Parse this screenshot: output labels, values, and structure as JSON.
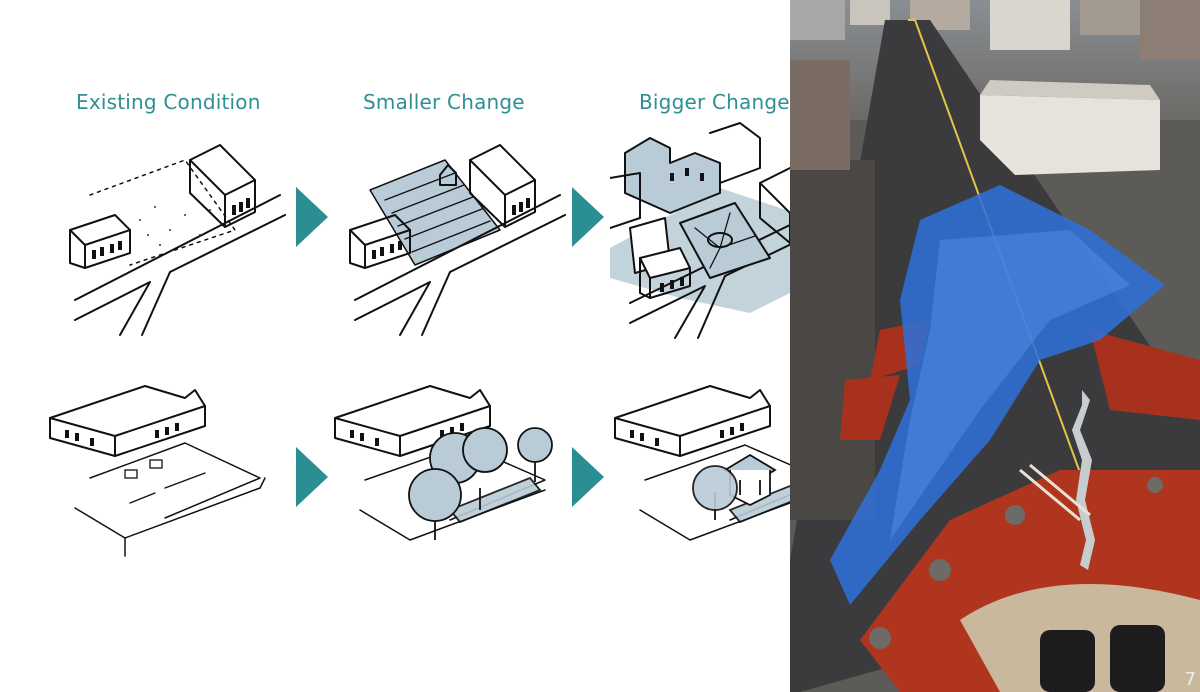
{
  "stages": {
    "existing": "Existing Condition",
    "smaller": "Smaller Change",
    "bigger": "Bigger Change"
  },
  "page_number": "7",
  "colors": {
    "heading": "#2e8f94",
    "arrow": "#2a8e93",
    "tint": "#b9cbd6",
    "ink": "#111111"
  }
}
